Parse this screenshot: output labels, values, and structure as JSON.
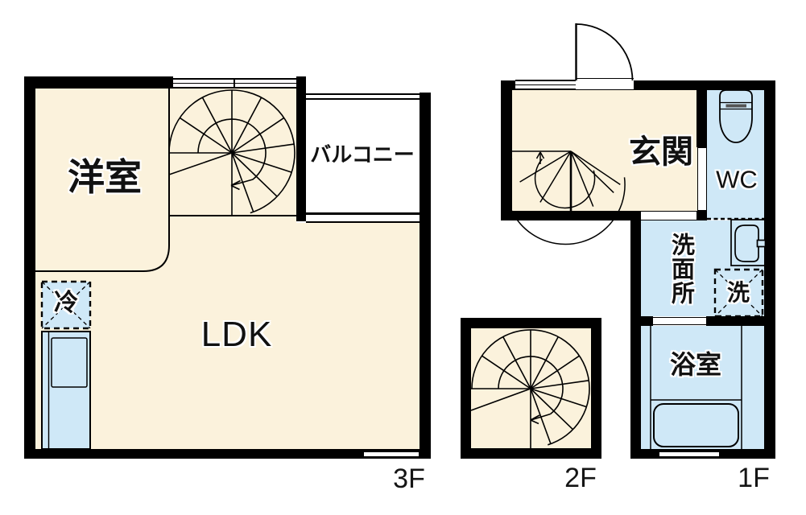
{
  "document_type": "floor-plan",
  "colors": {
    "floor_cream": "#fbf2dc",
    "wet_area_blue": "#cfe8f7",
    "wall_black": "#000000",
    "balcony_white": "#ffffff"
  },
  "plans": {
    "f3": {
      "floor_label": "3F",
      "rooms": {
        "western_room": "洋室",
        "ldk": "LDK",
        "balcony": "バルコニー",
        "fridge": "冷"
      }
    },
    "f2": {
      "floor_label": "2F"
    },
    "f1": {
      "floor_label": "1F",
      "rooms": {
        "entrance": "玄関",
        "toilet": "WC",
        "washroom": "洗面所",
        "washer": "洗",
        "bathroom": "浴室"
      }
    }
  },
  "icons": {
    "spiral_staircase": "spiral-staircase-icon",
    "fan_staircase": "fan-staircase-icon",
    "entrance_door": "door-swing-arc-icon",
    "toilet": "toilet-icon",
    "washbasin": "washbasin-icon",
    "bathtub": "bathtub-icon",
    "kitchen_counter": "kitchen-counter-icon",
    "refrigerator": "refrigerator-dashed-box-icon",
    "washing_machine": "washer-dashed-box-icon"
  }
}
